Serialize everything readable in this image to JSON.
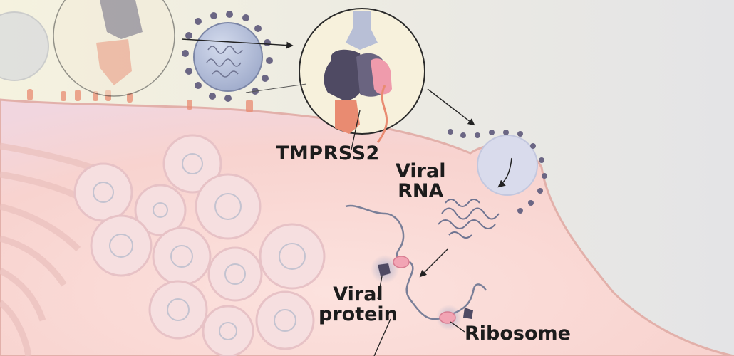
{
  "labels": {
    "tmprss2": "TMPRSS2",
    "viral_rna_line1": "Viral",
    "viral_rna_line2": "RNA",
    "viral_protein_line1": "Viral",
    "viral_protein_line2": "protein",
    "ribosome": "Ribosome"
  },
  "colors": {
    "background": "#f2f0e6",
    "cell_cytoplasm": "#f9d9d5",
    "cell_membrane": "#eab9b2",
    "virus_envelope": "#b9c3dc",
    "spike_protein": "#5f5a74",
    "ace2_receptor": "#e98b71",
    "tmprss2": "#ef9bac",
    "ribosome": "#f2a4b4",
    "rna_strand": "#7a7f98",
    "label_text": "#1c1c1c"
  }
}
